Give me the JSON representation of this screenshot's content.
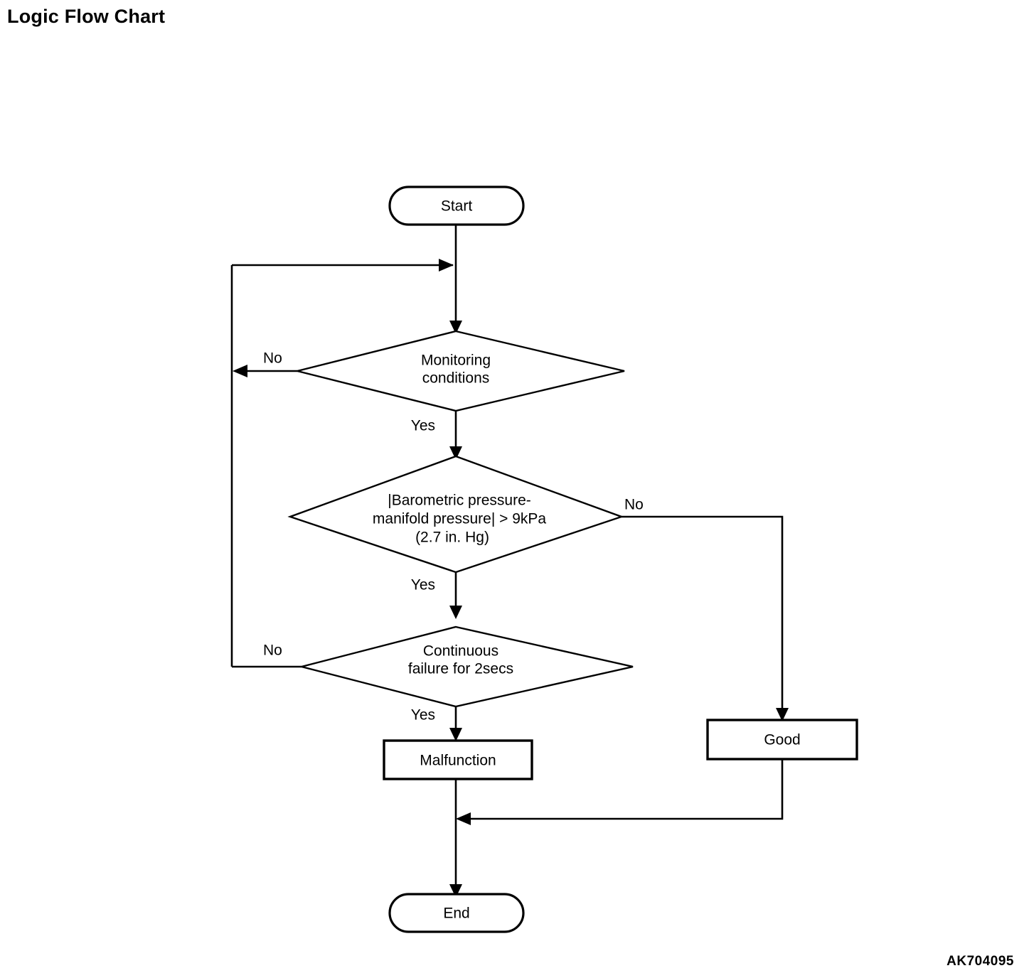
{
  "page": {
    "title": "Logic Flow Chart",
    "reference_code": "AK704095"
  },
  "chart_data": {
    "type": "flowchart",
    "title": "Logic Flow Chart",
    "nodes": [
      {
        "id": "start",
        "shape": "terminator",
        "label": "Start"
      },
      {
        "id": "monitoring",
        "shape": "decision",
        "label_lines": [
          "Monitoring",
          "conditions"
        ]
      },
      {
        "id": "pressure",
        "shape": "decision",
        "label_lines": [
          "|Barometric pressure-",
          "manifold pressure| > 9kPa",
          "(2.7 in. Hg)"
        ]
      },
      {
        "id": "continuous",
        "shape": "decision",
        "label_lines": [
          "Continuous",
          "failure for 2secs"
        ]
      },
      {
        "id": "malfunction",
        "shape": "process",
        "label": "Malfunction"
      },
      {
        "id": "good",
        "shape": "process",
        "label": "Good"
      },
      {
        "id": "end",
        "shape": "terminator",
        "label": "End"
      }
    ],
    "edges": [
      {
        "from": "start",
        "to": "monitoring",
        "label": ""
      },
      {
        "from": "monitoring",
        "to": "start_path",
        "label": "No"
      },
      {
        "from": "monitoring",
        "to": "pressure",
        "label": "Yes"
      },
      {
        "from": "pressure",
        "to": "good",
        "label": "No"
      },
      {
        "from": "pressure",
        "to": "continuous",
        "label": "Yes"
      },
      {
        "from": "continuous",
        "to": "start_path",
        "label": "No"
      },
      {
        "from": "continuous",
        "to": "malfunction",
        "label": "Yes"
      },
      {
        "from": "malfunction",
        "to": "end",
        "label": ""
      },
      {
        "from": "good",
        "to": "end",
        "label": ""
      }
    ],
    "labels": {
      "start": "Start",
      "monitoring_line1": "Monitoring",
      "monitoring_line2": "conditions",
      "pressure_line1": "|Barometric pressure-",
      "pressure_line2": "manifold pressure| > 9kPa",
      "pressure_line3": "(2.7 in. Hg)",
      "continuous_line1": "Continuous",
      "continuous_line2": "failure for 2secs",
      "malfunction": "Malfunction",
      "good": "Good",
      "end": "End",
      "no_1": "No",
      "yes_1": "Yes",
      "no_2": "No",
      "yes_2": "Yes",
      "no_3": "No",
      "yes_3": "Yes"
    },
    "colors": {
      "stroke": "#000000",
      "fill": "#ffffff",
      "text": "#000000"
    }
  }
}
